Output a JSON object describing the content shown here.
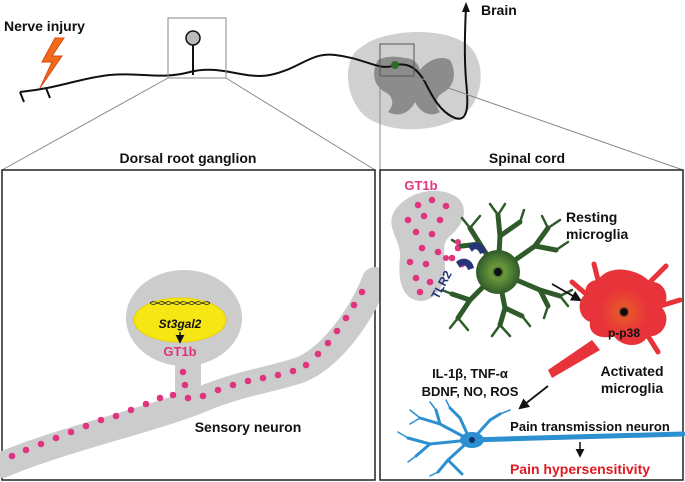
{
  "labels": {
    "nerve_injury": "Nerve injury",
    "brain": "Brain",
    "drg_title": "Dorsal root ganglion",
    "spinal_title": "Spinal cord",
    "gene": "St3gal2",
    "gt1b_drg": "GT1b",
    "sensory_neuron": "Sensory neuron",
    "gt1b_spinal": "GT1b",
    "resting_1": "Resting",
    "resting_2": "microglia",
    "tlr2": "TLR2",
    "pp38": "p-p38",
    "cytokines_1": "IL-1β, TNF-α",
    "cytokines_2": "BDNF, NO, ROS",
    "activated_1": "Activated",
    "activated_2": "microglia",
    "pain_neuron": "Pain transmission neuron",
    "pain_hyper": "Pain hypersensitivity"
  },
  "colors": {
    "gt1b": "#e0347e",
    "gene_fill": "#f5e614",
    "resting_microglia": "#2f5a2a",
    "activated_microglia": "#e8333a",
    "tlr2": "#27347a",
    "pain_neuron": "#2b8fd0",
    "pain_text": "#e01a22",
    "injury_bolt": "#f26a1b"
  }
}
